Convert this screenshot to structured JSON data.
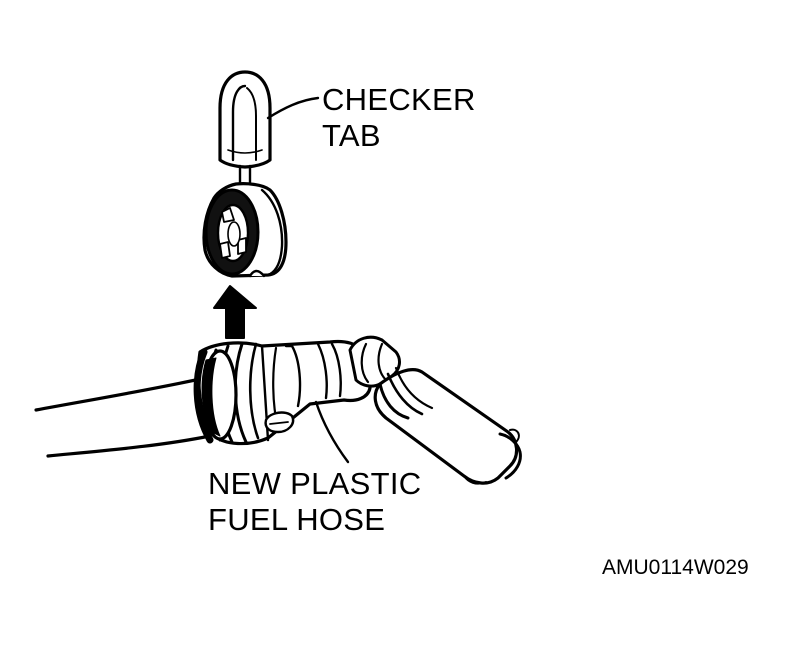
{
  "labels": {
    "checker_tab": [
      "CHECKER",
      "TAB"
    ],
    "fuel_hose": [
      "NEW PLASTIC",
      "FUEL HOSE"
    ]
  },
  "figure_code": "AMU0114W029",
  "colors": {
    "ink": "#000000",
    "paper": "#ffffff"
  }
}
